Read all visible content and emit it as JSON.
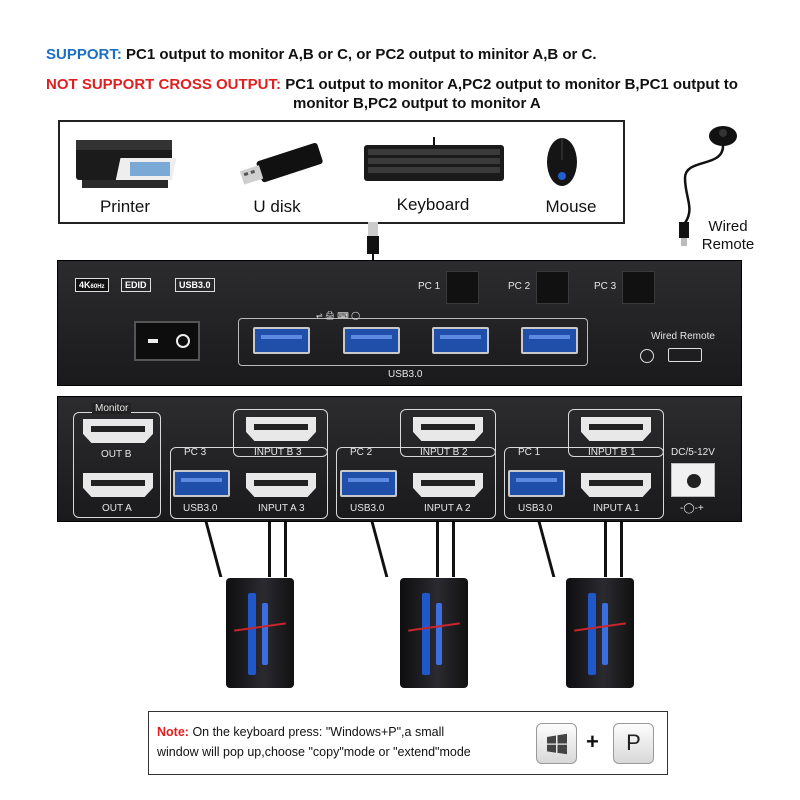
{
  "header": {
    "support_prefix": "SUPPORT:",
    "support_text": "PC1 output to monitor A,B or C, or PC2 output to minitor A,B or C.",
    "not_support_prefix": "NOT SUPPORT CROSS OUTPUT:",
    "not_support_line1": "PC1 output to monitor A,PC2 output to monitor B,PC1 output to",
    "not_support_line2": "monitor B,PC2 output to monitor A"
  },
  "accessories": {
    "printer": "Printer",
    "udisk": "U disk",
    "keyboard": "Keyboard",
    "mouse": "Mouse",
    "wired_remote_line1": "Wired",
    "wired_remote_line2": "Remote"
  },
  "front_panel": {
    "badge_4k": "4K",
    "badge_4k_sub": "60Hz",
    "badge_edid": "EDID",
    "badge_usb": "USB3.0",
    "pc1": "PC 1",
    "pc2": "PC 2",
    "pc3": "PC 3",
    "wired_remote": "Wired Remote",
    "usb30": "USB3.0"
  },
  "rear_panel": {
    "monitor": "Monitor",
    "out_b": "OUT B",
    "out_a": "OUT A",
    "pc3": "PC 3",
    "pc2": "PC 2",
    "pc1": "PC 1",
    "input_b3": "INPUT B 3",
    "input_b2": "INPUT B 2",
    "input_b1": "INPUT B 1",
    "input_a3": "INPUT A 3",
    "input_a2": "INPUT A 2",
    "input_a1": "INPUT A 1",
    "usb30": "USB3.0",
    "dc": "DC/5-12V",
    "polarity": "-◯-+"
  },
  "note": {
    "prefix": "Note:",
    "line1": "On the keyboard press: \"Windows+P\",a small",
    "line2": "window will pop up,choose \"copy\"mode or \"extend\"mode",
    "plus": "+",
    "key_p": "P"
  },
  "colors": {
    "support": "#1c6fc4",
    "not_support": "#e02020",
    "usb_port": "#1f4fa8"
  }
}
